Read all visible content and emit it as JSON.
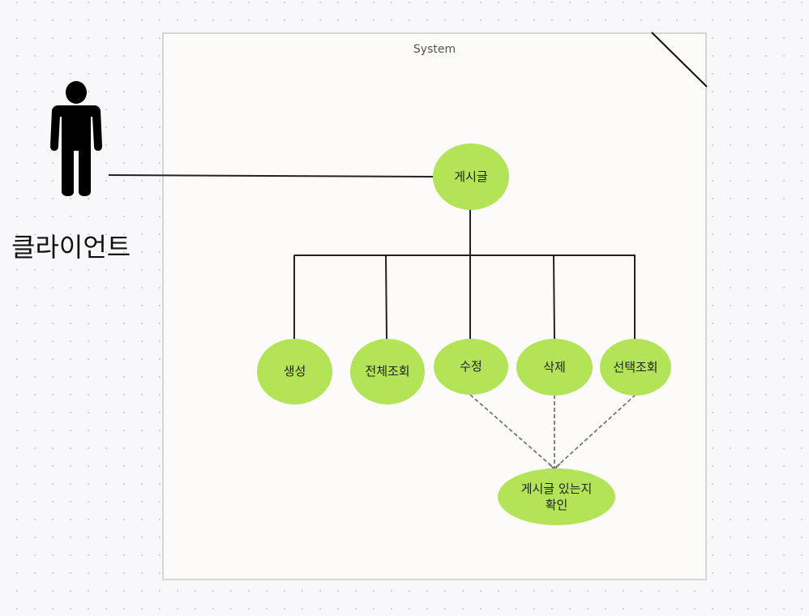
{
  "diagram": {
    "system_title": "System",
    "actor": {
      "label": "클라이언트",
      "icon": "person-icon"
    },
    "use_cases": {
      "post": "게시글",
      "create": "생성",
      "list_all": "전체조회",
      "edit": "수정",
      "delete": "삭제",
      "select_view": "선택조회",
      "check_exists": "게시글 있는지\n확인"
    },
    "colors": {
      "use_case_fill": "#b3e356",
      "line": "#222222",
      "dashed_line": "#777777"
    }
  }
}
